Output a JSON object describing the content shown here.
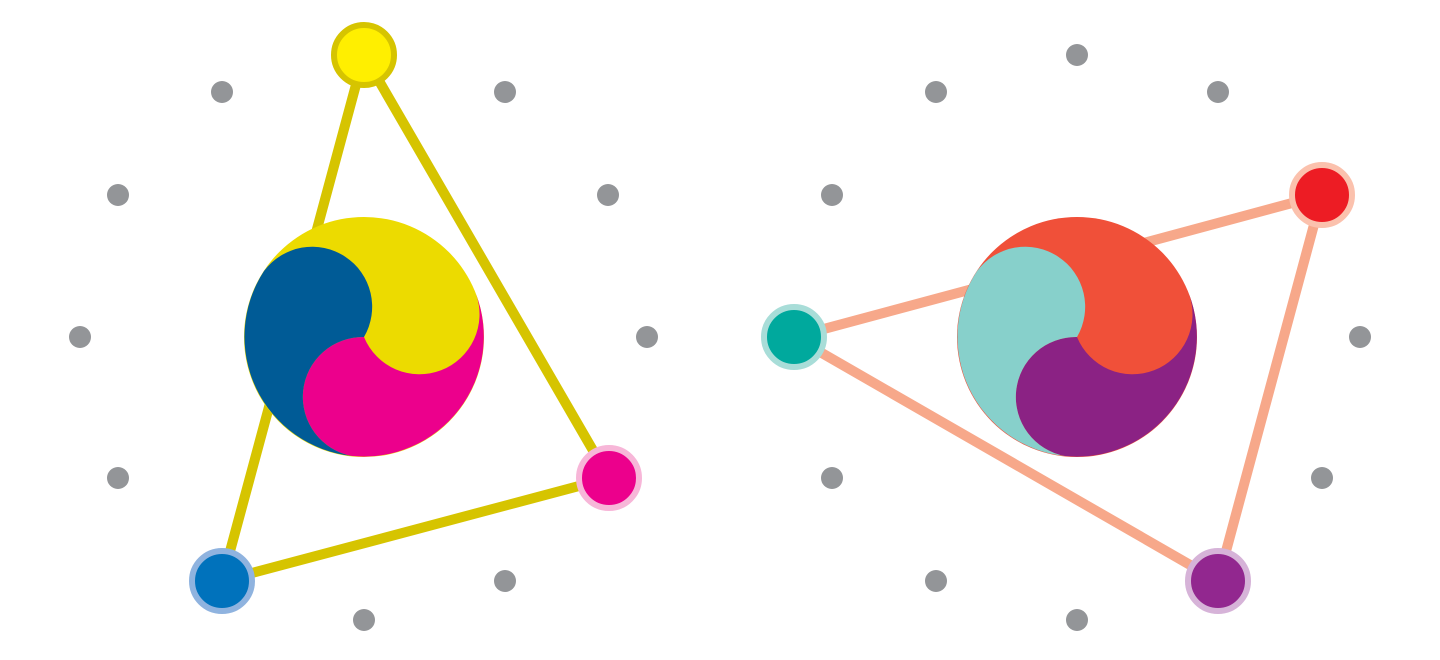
{
  "colors": {
    "background": "#ffffff",
    "grid_dot": "#939598"
  },
  "diagrams": [
    {
      "id": "cmy-wheel",
      "triangle_color": "#d6c400",
      "hues": [
        {
          "name": "yellow",
          "fill": "#ffef00",
          "ring": "#d6c400"
        },
        {
          "name": "magenta",
          "fill": "#ec008c",
          "ring": "#f7b6d8"
        },
        {
          "name": "blue",
          "fill": "#0072bc",
          "ring": "#8fb3df"
        }
      ],
      "swirl": {
        "top": "#ecdb00",
        "right": "#ec008c",
        "left": "#005b96"
      }
    },
    {
      "id": "rgb-wheel",
      "triangle_color": "#f7a88a",
      "hues": [
        {
          "name": "red",
          "fill": "#ed1c24",
          "ring": "#fbc1ad"
        },
        {
          "name": "purple",
          "fill": "#92278f",
          "ring": "#d6b3d8"
        },
        {
          "name": "teal",
          "fill": "#00a99d",
          "ring": "#a8ddd8"
        }
      ],
      "swirl": {
        "top": "#f05039",
        "right": "#8b2284",
        "left": "#87d0cb"
      }
    }
  ]
}
